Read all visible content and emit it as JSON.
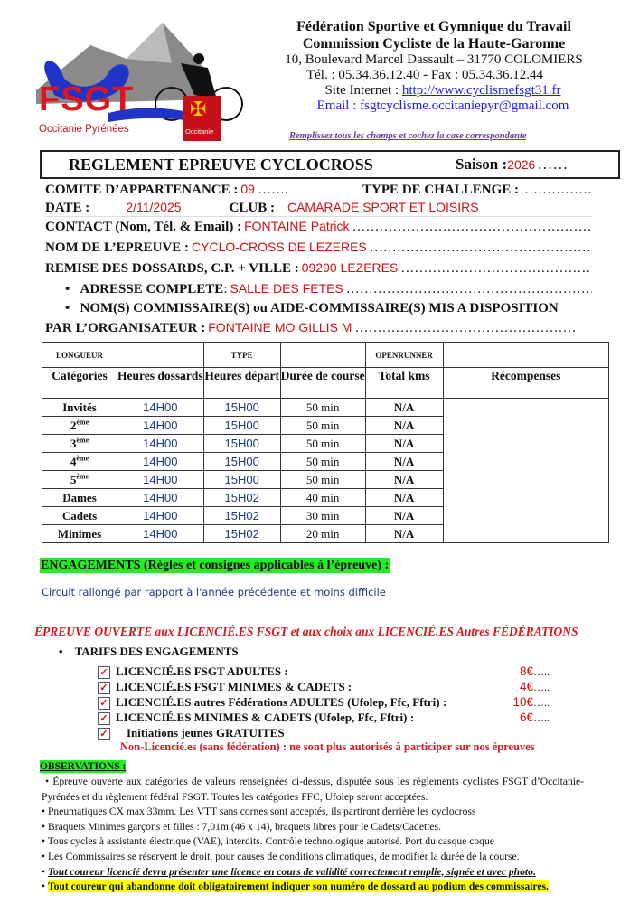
{
  "logo": {
    "brand": "FSGT",
    "region": "Occitanie Pyrénées",
    "region_badge": "Occitanie",
    "colors": {
      "red": "#e0141e",
      "blue": "#2035c8"
    }
  },
  "header": {
    "line1": "Fédération Sportive et Gymnique du Travail",
    "line2": "Commission Cycliste de la Haute-Garonne",
    "address": "10, Boulevard Marcel Dassault – 31770 COLOMIERS",
    "phone": "Tél. : 05.34.36.12.40 - Fax : 05.34.36.12.44",
    "site_label": "Site Internet : ",
    "site_url": "http://www.cyclismefsgt31.fr",
    "email": "Email : fsgtcyclisme.occitaniepyr@gmail.com",
    "instruction": "Remplissez tous  les champs et cochez la case correspondante"
  },
  "title": {
    "text": "REGLEMENT  EPREUVE  CYCLOCROSS",
    "season_label": "Saison : ",
    "season_value": "2026"
  },
  "fields": {
    "comite_label": "COMITE D’APPARTENANCE : ",
    "comite_value": "09",
    "challenge_label": "TYPE DE CHALLENGE : ",
    "challenge_value": "",
    "date_label": "DATE :",
    "date_value": "2/11/2025",
    "club_label": "CLUB :",
    "club_value": "CAMARADE SPORT ET LOISIRS",
    "contact_label": "CONTACT (Nom, Tél. & Email) : ",
    "contact_value": "FONTAINE Patrick",
    "epreuve_label": "NOM DE L’EPREUVE : ",
    "epreuve_value": "CYCLO-CROSS DE LEZERES",
    "remise_label": "REMISE DES DOSSARDS,  C.P. + VILLE : ",
    "remise_value": "09290 LEZERES",
    "adresse_label": "ADRESSE COMPLETE ",
    "adresse_value": "SALLE DES FETES",
    "commissaires_label": "NOM(S) COMMISSAIRE(S) ou AIDE-COMMISSAIRE(S) MIS A DISPOSITION",
    "organisateur_label": "PAR L’ORGANISATEUR : ",
    "organisateur_value": "FONTAINE MO  GILLIS M"
  },
  "table": {
    "top_headers": [
      "LONGUEUR",
      "",
      "TYPE",
      "",
      "OPENRUNNER",
      ""
    ],
    "headers": [
      "Catégories",
      "Heures dossards",
      "Heures départ",
      "Durée de course",
      "Total kms",
      "Récompenses"
    ],
    "rows": [
      {
        "cat": "Invités",
        "sup": "",
        "dossards": "14H00",
        "depart": "15H00",
        "duree": "50 min",
        "kms": "N/A"
      },
      {
        "cat": "2",
        "sup": "ème",
        "dossards": "14H00",
        "depart": "15H00",
        "duree": "50 min",
        "kms": "N/A"
      },
      {
        "cat": "3",
        "sup": "ème",
        "dossards": "14H00",
        "depart": "15H00",
        "duree": "50 min",
        "kms": "N/A"
      },
      {
        "cat": "4",
        "sup": "ème",
        "dossards": "14H00",
        "depart": "15H00",
        "duree": "50 min",
        "kms": "N/A"
      },
      {
        "cat": "5",
        "sup": "ème",
        "dossards": "14H00",
        "depart": "15H00",
        "duree": "50 min",
        "kms": "N/A"
      },
      {
        "cat": "Dames",
        "sup": "",
        "dossards": "14H00",
        "depart": "15H02",
        "duree": "40 min",
        "kms": "N/A"
      },
      {
        "cat": "Cadets",
        "sup": "",
        "dossards": "14H00",
        "depart": "15H02",
        "duree": "30 min",
        "kms": "N/A"
      },
      {
        "cat": "Minimes",
        "sup": "",
        "dossards": "14H00",
        "depart": "15H02",
        "duree": "20 min",
        "kms": "N/A"
      }
    ]
  },
  "engagements": {
    "title": "ENGAGEMENTS (Règles et consignes applicables à l’épreuve) :",
    "note": "Circuit rallongé par rapport à l'année précédente et moins difficile",
    "highlight": "#22ee22"
  },
  "ouverture": "ÉPREUVE OUVERTE aux LICENCIÉ.ES FSGT et aux choix aux LICENCIÉ.ES Autres FÉDÉRATIONS",
  "tarifs": {
    "title": "TARIFS DES ENGAGEMENTS",
    "items": [
      {
        "label": "LICENCIÉ.ES  FSGT  ADULTES :",
        "price": "8€",
        "checked": true
      },
      {
        "label": "LICENCIÉ.ES  FSGT  MINIMES  &  CADETS :",
        "price": "4€",
        "checked": true
      },
      {
        "label": "LICENCIÉ.ES  autres  Fédérations  ADULTES  (Ufolep, Ffc, Fftri) :",
        "price": "10€",
        "checked": true
      },
      {
        "label": "LICENCIÉ.ES  MINIMES  &  CADETS  (Ufolep, Ffc, Fftri) :",
        "price": "6€",
        "checked": true
      },
      {
        "label": "Initiations jeunes GRATUITES",
        "price": "",
        "checked": true
      }
    ],
    "non_licencies": "Non-Licencié.es (sans fédération) : ne sont plus autorisés à participer sur nos épreuves"
  },
  "observations": {
    "title": "OBSERVATIONS :",
    "items": [
      "Épreuve ouverte aux catégories de valeurs renseignées ci-dessus, disputée sous les règlements cyclistes FSGT d’Occitanie-Pyrénées et du règlement fédéral FSGT. Toutes les catégories FFC, Ufolep seront acceptées.",
      "Pneumatiques CX max 33mm. Les VTT sans cornes sont acceptés, ils partiront derrière les cyclocross",
      "Braquets Minimes garçons et filles : 7,01m (46 x 14), braquets libres pour le Cadets/Cadettes.",
      "Tous cycles à assistante électrique (VAE), interdits. Contrôle technologique autorisé. Port du casque coque",
      "Les Commissaires se réservent le droit, pour causes de conditions climatiques, de modifier la durée de la course.",
      "Tout coureur licencié devra présenter une licence en cours de validité correctement remplie, signée et avec photo.",
      "Tout coureur qui abandonne doit obligatoirement indiquer son numéro de dossard au podium des commissaires."
    ]
  }
}
